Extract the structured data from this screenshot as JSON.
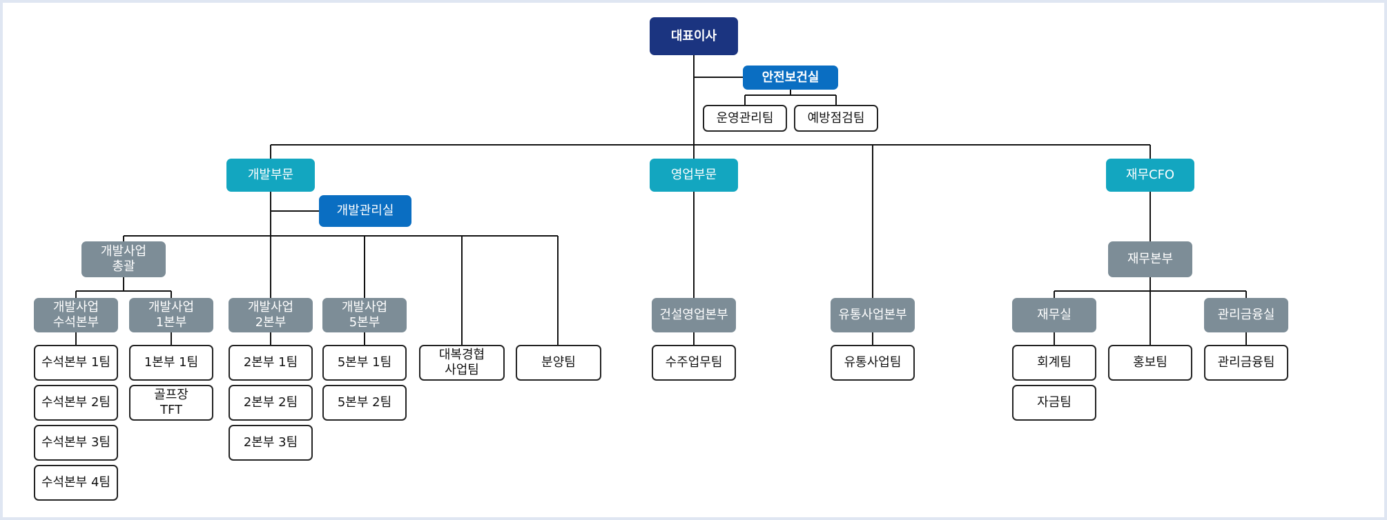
{
  "nodes": {
    "ceo": "대표이사",
    "safety_office": "안전보건실",
    "ops_team": "운영관리팀",
    "prevention_team": "예방점검팀",
    "dev_division": "개발부문",
    "dev_mgmt_office": "개발관리실",
    "dev_business_head": "개발사업\n총괄",
    "dev_capital_hq": "개발사업\n수석본부",
    "capital_team1": "수석본부 1팀",
    "capital_team2": "수석본부 2팀",
    "capital_team3": "수석본부 3팀",
    "capital_team4": "수석본부 4팀",
    "dev_hq1": "개발사업\n1본부",
    "hq1_team1": "1본부 1팀",
    "golf_tft": "골프장\nTFT",
    "dev_hq2": "개발사업\n2본부",
    "hq2_team1": "2본부 1팀",
    "hq2_team2": "2본부 2팀",
    "hq2_team3": "2본부 3팀",
    "dev_hq5": "개발사업\n5본부",
    "hq5_team1": "5본부 1팀",
    "hq5_team2": "5본부 2팀",
    "daebok_team": "대복경협\n사업팀",
    "sales_unit_team": "분양팀",
    "sales_division": "영업부문",
    "construction_sales_hq": "건설영업본부",
    "order_team": "수주업무팀",
    "distribution_hq": "유통사업본부",
    "distribution_team": "유통사업팀",
    "finance_cfo": "재무CFO",
    "finance_hq": "재무본부",
    "finance_office": "재무실",
    "accounting_team": "회계팀",
    "funds_team": "자금팀",
    "pr_team": "홍보팀",
    "finance_mgmt_office": "관리금융실",
    "finance_mgmt_team": "관리금융팀"
  },
  "colors": {
    "navy": "#1b3480",
    "blue": "#0a6ec2",
    "teal": "#13a6c0",
    "gray": "#7d8d97",
    "line": "#111111",
    "outline": "#222222"
  }
}
